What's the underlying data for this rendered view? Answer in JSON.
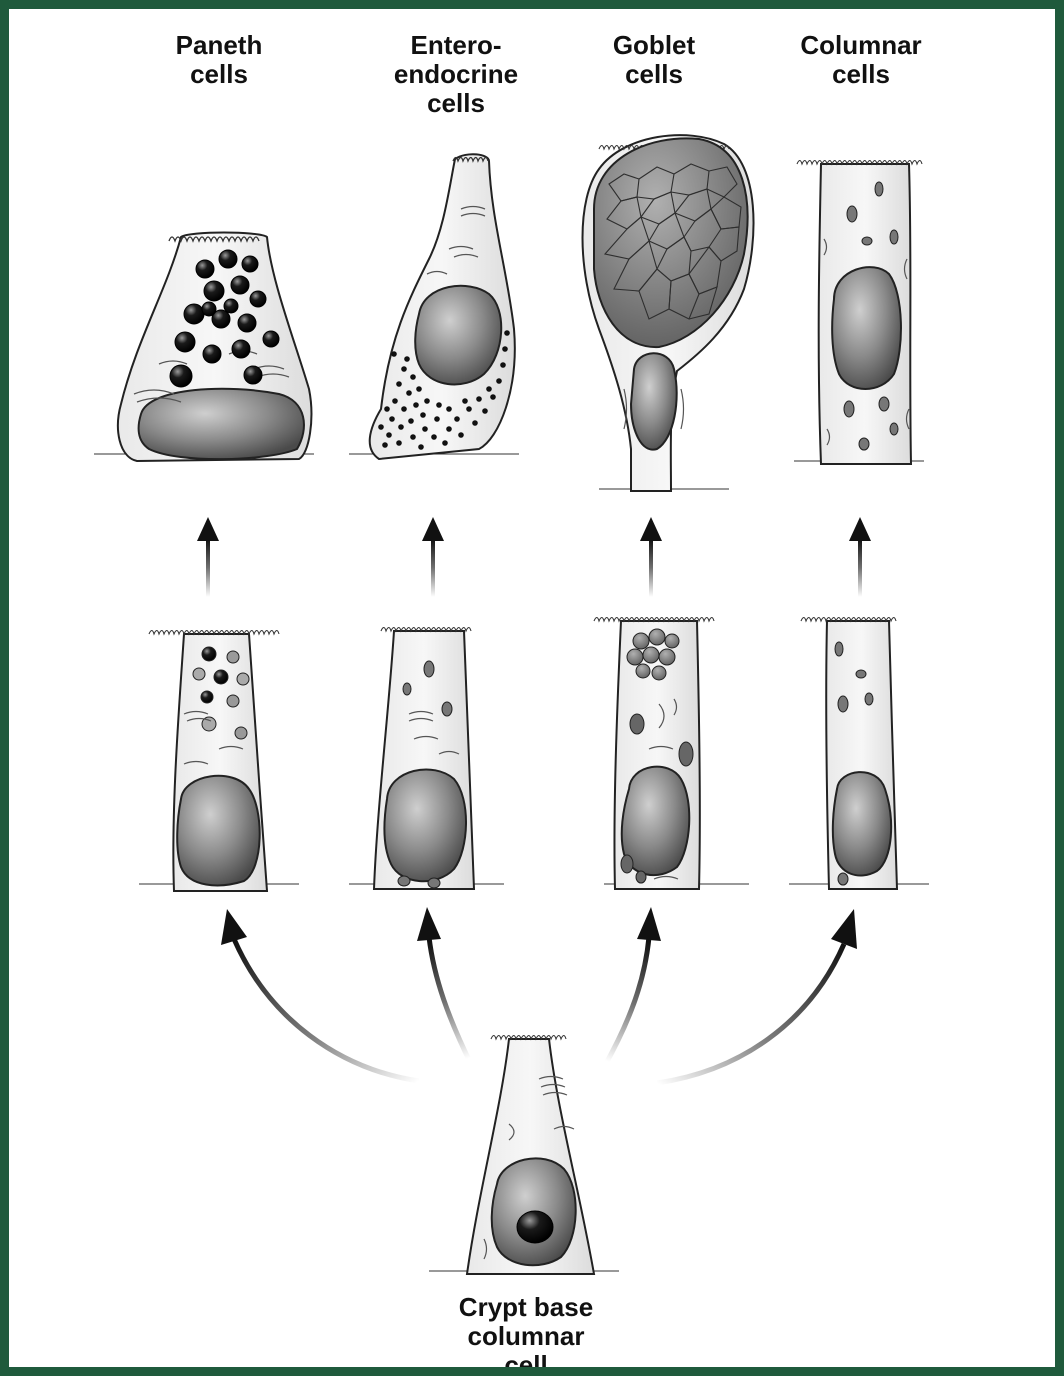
{
  "labels": {
    "paneth": [
      "Paneth",
      "cells"
    ],
    "enteroendocrine": [
      "Entero-",
      "endocrine",
      "cells"
    ],
    "goblet": [
      "Goblet",
      "cells"
    ],
    "columnar": [
      "Columnar",
      "cells"
    ],
    "crypt": [
      "Crypt base",
      "columnar",
      "cell"
    ]
  }
}
